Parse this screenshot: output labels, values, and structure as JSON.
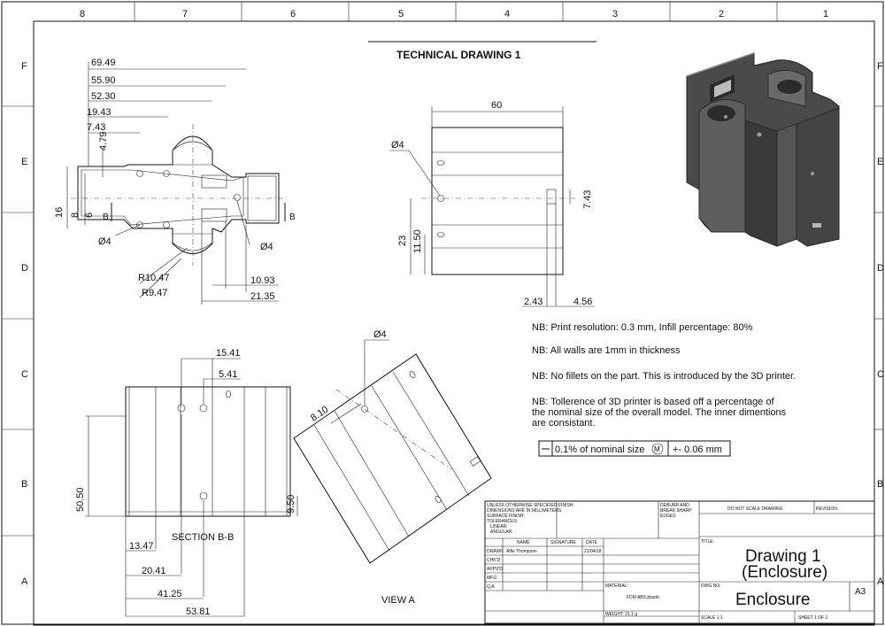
{
  "title": "TECHNICAL DRAWING 1",
  "zones": {
    "columns": [
      "8",
      "7",
      "6",
      "5",
      "4",
      "3",
      "2",
      "1"
    ],
    "rows": [
      "F",
      "E",
      "D",
      "C",
      "B",
      "A"
    ]
  },
  "top_view": {
    "dims": [
      "69.49",
      "55.90",
      "52.30",
      "19.43",
      "7.43",
      "4.79",
      "16",
      "6",
      "8",
      "R10.47",
      "R9.47",
      "10.93",
      "21.35"
    ],
    "diameters": [
      "Ø4",
      "Ø4"
    ],
    "section_marker": "B"
  },
  "front_view": {
    "dims": [
      "60",
      "23",
      "11.50",
      "7.43",
      "2.43",
      "4.56"
    ],
    "diameter": "Ø4"
  },
  "section_view": {
    "label": "SECTION B-B",
    "dims": [
      "15.41",
      "5.41",
      "50.50",
      "9.50",
      "13.47",
      "20.41",
      "41.25",
      "53.81"
    ]
  },
  "aux_view": {
    "label": "VIEW A",
    "dim": "8.10",
    "diameter": "Ø4"
  },
  "notes": [
    "NB: Print resolution: 0.3 mm, Infill percentage: 80%",
    "NB: All walls are 1mm in thickness",
    "NB: No fillets on the part. This is introduced by the 3D printer.",
    "NB: Tollerence of 3D printer is based off a percentage of",
    "the nominal size of the overall model. The inner dimentions",
    "are consistant."
  ],
  "tolerance_frame": {
    "left": "0.1% of nominal size",
    "modifier": "M",
    "right": "+- 0.06 mm"
  },
  "title_block": {
    "general_notes": [
      "UNLESS OTHERWISE SPECIFIED:",
      "DIMENSIONS ARE IN MILLIMETERS",
      "SURFACE FINISH:",
      "TOLERANCES:",
      "LINEAR:",
      "ANGULAR:"
    ],
    "finish": "FINISH:",
    "deburr": [
      "DEBURR AND",
      "BREAK SHARP",
      "EDGES"
    ],
    "do_not_scale": "DO NOT SCALE DRAWING",
    "revision": "REVISION",
    "headers": [
      "NAME",
      "SIGNATURE",
      "DATE"
    ],
    "rows": [
      "DRAWN",
      "CHK'D",
      "APPV'D",
      "MFG",
      "Q.A"
    ],
    "drawn_name": "Alfie Thompson",
    "drawn_date": "21/04/18",
    "title_label": "TITLE:",
    "title_lines": [
      "Drawing 1",
      "(Enclosure)"
    ],
    "material_label": "MATERIAL:",
    "material": "FDM ABS plastic",
    "dwg_no_label": "DWG NO.",
    "dwg_no": "Enclosure",
    "size": "A3",
    "weight": "WEIGHT: 21.1 g",
    "scale": "SCALE 1:1",
    "sheet": "SHEET 1 OF 1"
  }
}
